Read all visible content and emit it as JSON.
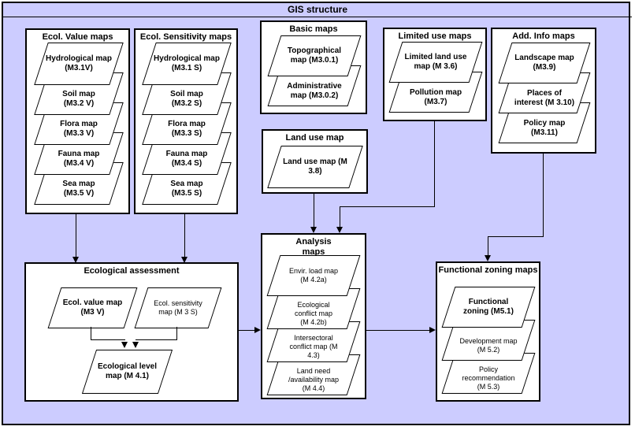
{
  "title": "GIS structure",
  "colors": {
    "background": "#ccccff",
    "box_fill": "#ffffff",
    "line": "#000000"
  },
  "groups": {
    "value": {
      "title": "Ecol. Value maps",
      "sheets": [
        {
          "lines": [
            "Hydrological map",
            "(M3.1V)"
          ]
        },
        {
          "lines": [
            "Soil map",
            "(M3.2 V)"
          ]
        },
        {
          "lines": [
            "Flora map",
            "(M3.3 V)"
          ]
        },
        {
          "lines": [
            "Fauna map",
            "(M3.4 V)"
          ]
        },
        {
          "lines": [
            "Sea map",
            "(M3.5 V)"
          ]
        }
      ]
    },
    "sensitivity": {
      "title": "Ecol. Sensitivity maps",
      "sheets": [
        {
          "lines": [
            "Hydrological map",
            "(M3.1 S)"
          ]
        },
        {
          "lines": [
            "Soil map",
            "(M3.2 S)"
          ]
        },
        {
          "lines": [
            "Flora map",
            "(M3.3 S)"
          ]
        },
        {
          "lines": [
            "Fauna map",
            "(M3.4 S)"
          ]
        },
        {
          "lines": [
            "Sea map",
            "(M3.5 S)"
          ]
        }
      ]
    },
    "basic": {
      "title": "Basic maps",
      "sheets": [
        {
          "lines": [
            "Topographical",
            "map (M3.0.1)"
          ]
        },
        {
          "lines": [
            "Administrative",
            "map (M3.0.2)"
          ]
        }
      ]
    },
    "limited": {
      "title": "Limited use maps",
      "sheets": [
        {
          "lines": [
            "Limited land use",
            "map (M 3.6)"
          ]
        },
        {
          "lines": [
            "Pollution map",
            "(M3.7)"
          ]
        }
      ]
    },
    "addinfo": {
      "title": "Add. Info maps",
      "sheets": [
        {
          "lines": [
            "Landscape map",
            "(M3.9)"
          ]
        },
        {
          "lines": [
            "Places of",
            "interest (M 3.10)"
          ]
        },
        {
          "lines": [
            "Policy map",
            "(M3.11)"
          ]
        }
      ]
    },
    "landuse": {
      "title": "Land use map",
      "sheets": [
        {
          "lines": [
            "Land use map (M",
            "3.8)"
          ]
        }
      ]
    },
    "assessment": {
      "title": "Ecological assessment",
      "sheets": [
        {
          "lines": [
            "Ecol. value map",
            "(M3 V)"
          ]
        },
        {
          "lines": [
            "Ecol. sensitivity",
            "map (M 3 S)"
          ]
        },
        {
          "lines": [
            "Ecological level",
            "map (M 4.1)"
          ]
        }
      ]
    },
    "analysis": {
      "title": "Analysis maps",
      "sheets": [
        {
          "lines": [
            "Envir. load map",
            "(M 4.2a)"
          ]
        },
        {
          "lines": [
            "Ecological",
            "conflict map",
            "(M 4.2b)"
          ]
        },
        {
          "lines": [
            "Intersectoral",
            "conflict map (M",
            "4.3)"
          ]
        },
        {
          "lines": [
            "Land need",
            "/availability map",
            "(M 4.4)"
          ]
        }
      ]
    },
    "zoning": {
      "title": "Functional zoning maps",
      "sheets": [
        {
          "lines": [
            "Functional",
            "zoning (M5.1)"
          ]
        },
        {
          "lines": [
            "Development map",
            "(M 5.2)"
          ]
        },
        {
          "lines": [
            "Policy",
            "recommendation",
            "(M 5.3)"
          ]
        }
      ]
    }
  }
}
